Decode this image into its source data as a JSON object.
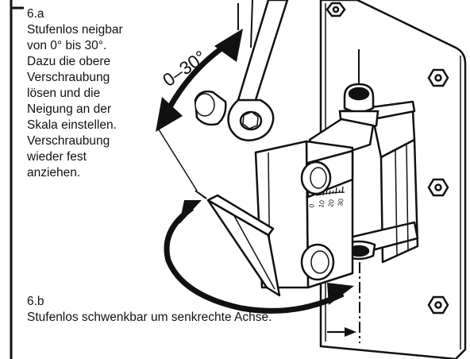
{
  "step_a": {
    "number": "6.a",
    "lines": [
      "Stufenlos neigbar",
      "von 0° bis 30°.",
      "Dazu die obere",
      "Verschraubung",
      "lösen und die",
      "Neigung an der",
      "Skala einstellen.",
      "Verschraubung",
      "wieder fest",
      "anziehen."
    ]
  },
  "step_b": {
    "number": "6.b",
    "text": "Stufenlos schwenkbar um senkrechte Achse."
  },
  "illustration": {
    "tilt_range_label": "0–30°",
    "scale_ticks": [
      "0",
      "10",
      "20",
      "30"
    ]
  },
  "colors": {
    "ink": "#111111",
    "paper": "#ffffff"
  }
}
